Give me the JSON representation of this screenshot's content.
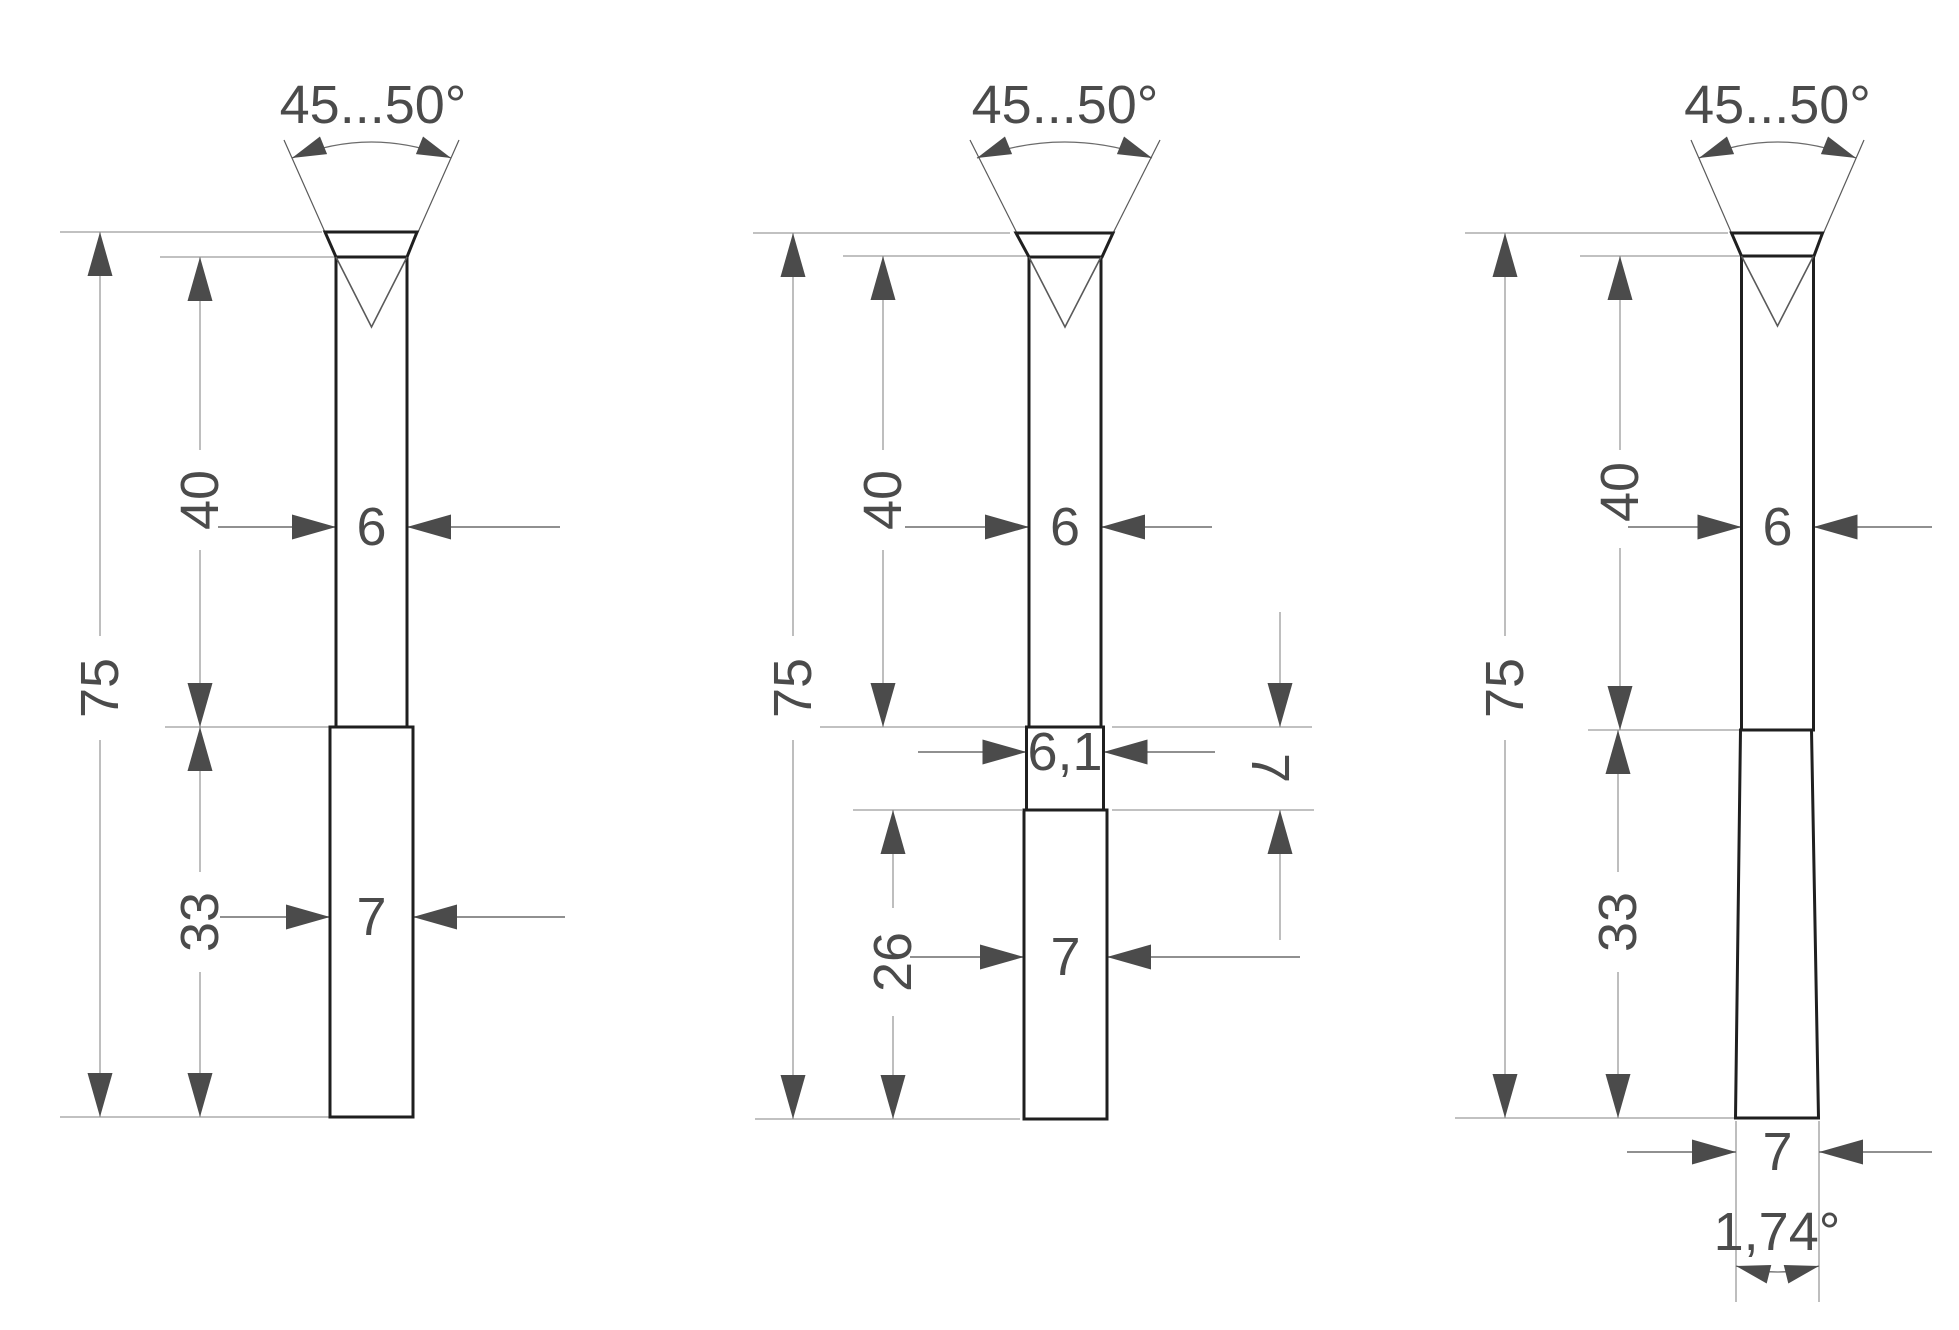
{
  "colors": {
    "background": "#ffffff",
    "outline": "#1f1f1f",
    "thin_line": "#9c9c9c",
    "leader_line": "#6b6b6b",
    "cone_line": "#5a5a5a",
    "arrow": "#4b4b4b",
    "text": "#4b4b4b"
  },
  "fig1": {
    "angle": "45...50°",
    "total_len": "75",
    "upper_len": "40",
    "upper_dia": "6",
    "lower_len": "33",
    "lower_dia": "7"
  },
  "fig2": {
    "angle": "45...50°",
    "total_len": "75",
    "upper_len": "40",
    "upper_dia": "6",
    "collar_dia": "6,1",
    "collar_len": "7",
    "lower_len": "26",
    "lower_dia": "7"
  },
  "fig3": {
    "angle": "45...50°",
    "total_len": "75",
    "upper_len": "40",
    "upper_dia": "6",
    "taper_len": "33",
    "tip_dia": "7",
    "taper_angle": "1,74°"
  }
}
